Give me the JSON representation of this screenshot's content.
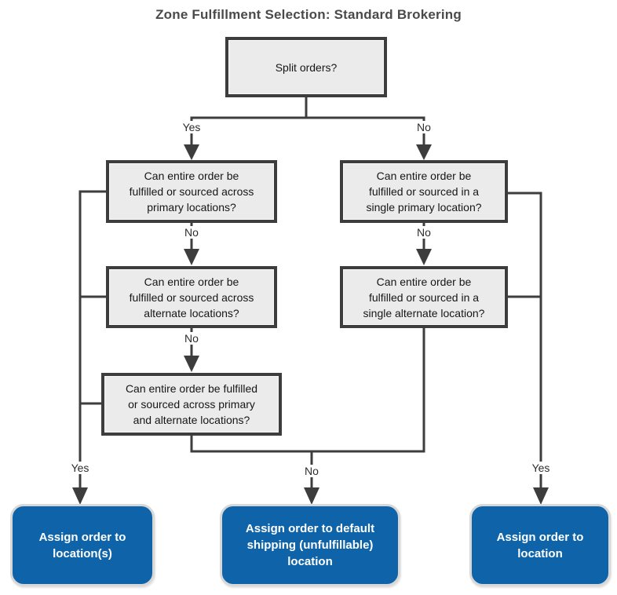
{
  "title": "Zone Fulfillment Selection: Standard Brokering",
  "diagram": {
    "type": "flowchart",
    "nodes": {
      "split": {
        "label": "Split orders?",
        "kind": "decision"
      },
      "left_primary": {
        "label": "Can entire order be\nfulfilled or sourced across\nprimary locations?",
        "kind": "decision"
      },
      "left_alternate": {
        "label": "Can entire order be\nfulfilled or sourced across\nalternate locations?",
        "kind": "decision"
      },
      "left_primary_alternate": {
        "label": "Can entire order be fulfilled\nor sourced across primary\nand alternate locations?",
        "kind": "decision"
      },
      "right_primary": {
        "label": "Can entire order be\nfulfilled or sourced in a\nsingle primary location?",
        "kind": "decision"
      },
      "right_alternate": {
        "label": "Can entire order be\nfulfilled or sourced in a\nsingle alternate location?",
        "kind": "decision"
      },
      "assign_locations": {
        "label": "Assign order to\nlocation(s)",
        "kind": "terminal"
      },
      "assign_default": {
        "label": "Assign order to default\nshipping (unfulfillable)\nlocation",
        "kind": "terminal"
      },
      "assign_location": {
        "label": "Assign order to\nlocation",
        "kind": "terminal"
      }
    },
    "edge_labels": {
      "split_yes": "Yes",
      "split_no": "No",
      "left_primary_no": "No",
      "left_alternate_no": "No",
      "right_primary_no": "No",
      "assign_locations_yes": "Yes",
      "assign_default_no": "No",
      "assign_location_yes": "Yes"
    }
  },
  "colors": {
    "connector": "#3d3d3d",
    "decision_fill": "#ebebeb",
    "decision_border": "#3d3d3d",
    "terminal_fill": "#0f64a9",
    "terminal_border": "#d8d8d8",
    "terminal_text": "#ffffff",
    "title": "#4a4a4a",
    "label_text": "#2d2d2d"
  }
}
